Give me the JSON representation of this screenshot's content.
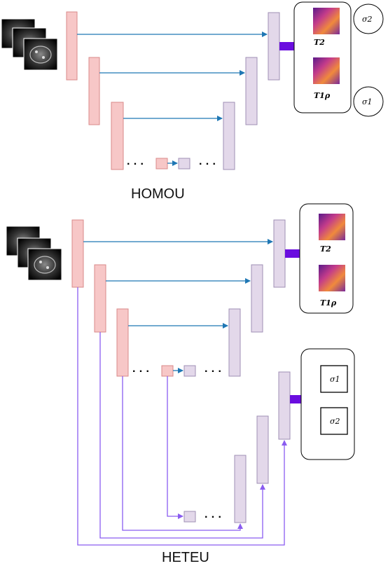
{
  "sections": {
    "homou": {
      "label": "HOMOU"
    },
    "heteu": {
      "label": "HETEU"
    }
  },
  "outputs": {
    "homou": {
      "map_top": "T2",
      "map_bottom": "T1ρ",
      "sigma_top": "σ2",
      "sigma_bottom": "σ1"
    },
    "heteu": {
      "map_top": "T2",
      "map_bottom": "T1ρ",
      "sigma_top": "σ1",
      "sigma_bottom": "σ2"
    }
  },
  "ellipsis": "· · ·",
  "colors": {
    "encoder_fill": "#f7c7c7",
    "encoder_stroke": "#d98a8a",
    "decoder_fill": "#e3d8ea",
    "decoder_stroke": "#9f8fb4",
    "skip_arrow": "#1f77b4",
    "uncertainty_arrow": "#8a5cf0",
    "output_arrow": "#6a0ddf"
  }
}
